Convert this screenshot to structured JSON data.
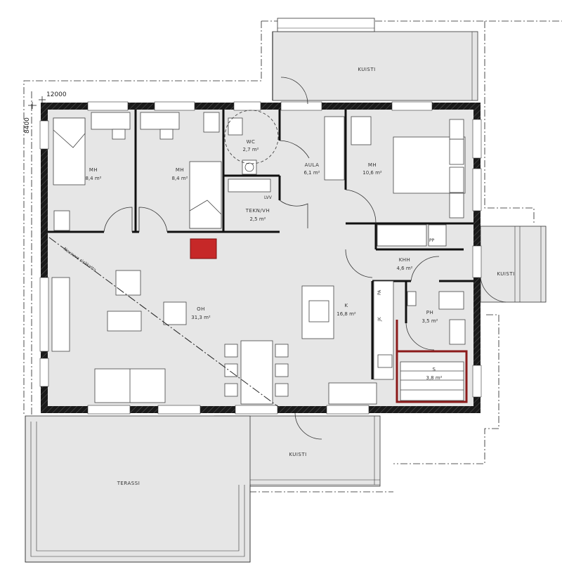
{
  "dimensions": {
    "width": "12000",
    "depth": "8400"
  },
  "rooms": {
    "mh1": {
      "name": "MH",
      "area": "8,4 m²"
    },
    "mh2": {
      "name": "MH",
      "area": "8,4 m²"
    },
    "wc": {
      "name": "WC",
      "area": "2,7 m²"
    },
    "aula": {
      "name": "AULA",
      "area": "6,1 m²"
    },
    "mh3": {
      "name": "MH",
      "area": "10,6 m²"
    },
    "tekn": {
      "name": "TEKN/VH",
      "area": "2,5 m²"
    },
    "oh": {
      "name": "OH",
      "area": "31,3 m²"
    },
    "k": {
      "name": "K",
      "area": "16,8 m²"
    },
    "khh": {
      "name": "KHH",
      "area": "4,6 m²"
    },
    "ph": {
      "name": "PH",
      "area": "3,5 m²"
    },
    "s": {
      "name": "S",
      "area": "3,8 m²"
    }
  },
  "outdoor": {
    "kuisti_top": "KUISTI",
    "kuisti_right": "KUISTI",
    "kuisti_bottom": "KUISTI",
    "terassi": "TERASSI"
  },
  "fixtures": {
    "lvv": "LVV",
    "pp": "PP",
    "pa": "PA",
    "jk": "JK",
    "nousu": "Nousuva sisäkatto"
  },
  "colors": {
    "wall": "#111111",
    "floor": "#e6e6e6",
    "outdoor": "#e6e6e6",
    "fireplace": "#c62828",
    "sauna_wall": "#8b1a1a"
  }
}
